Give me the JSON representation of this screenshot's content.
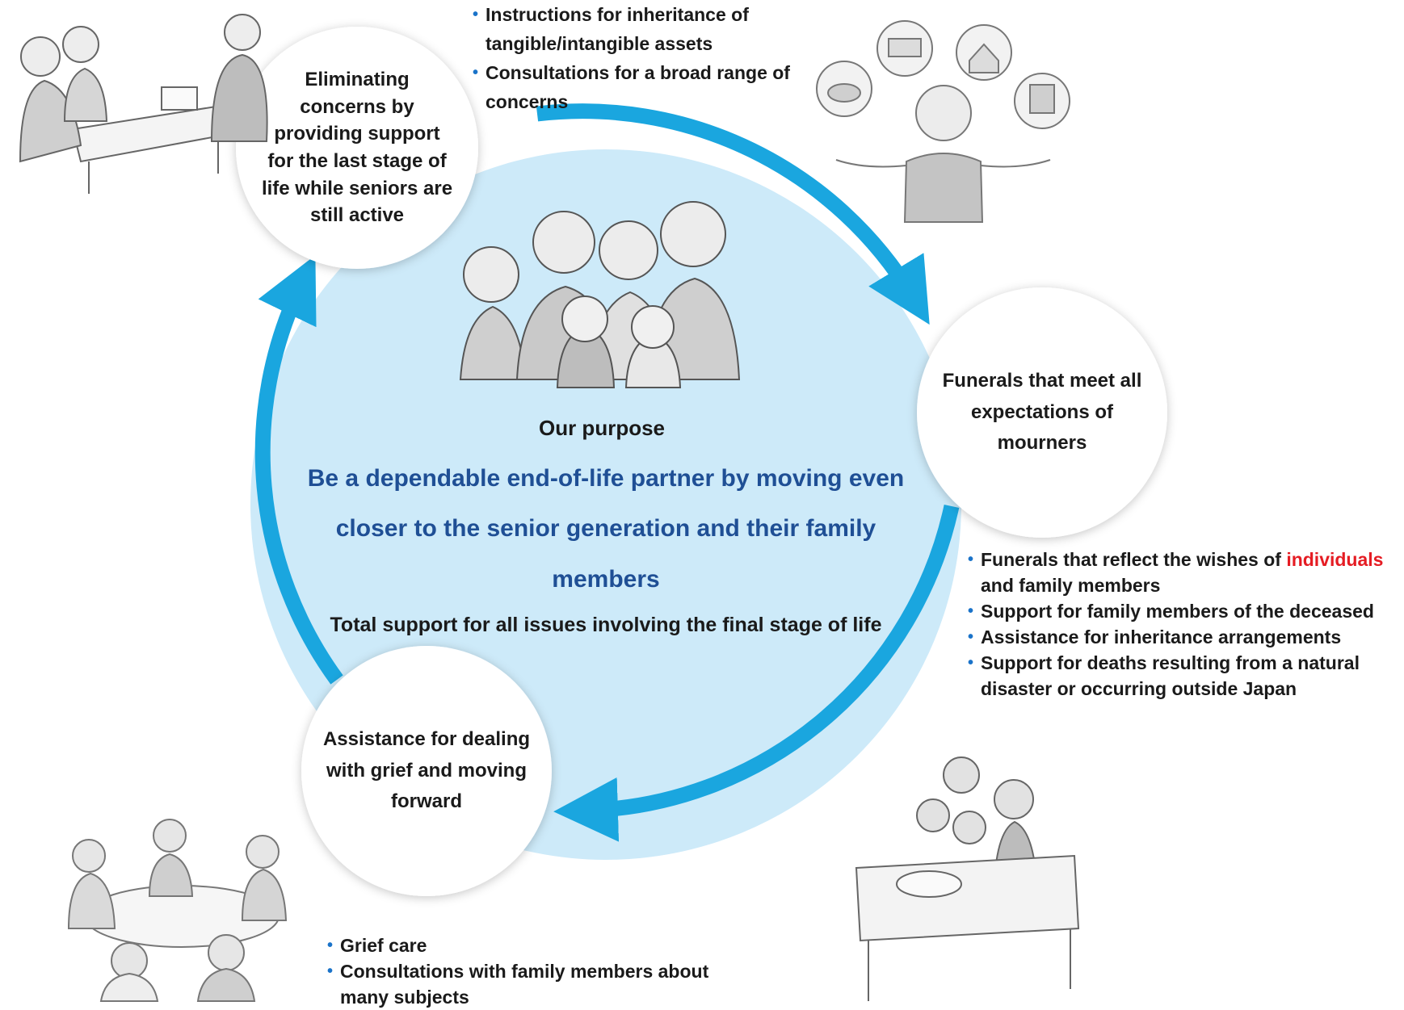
{
  "colors": {
    "center_fill": "#cdeaf9",
    "arrow": "#1aa6df",
    "purpose_text": "#1f4f95",
    "highlight": "#e51c23",
    "bullet": "#1a73c9"
  },
  "center": {
    "heading": "Our purpose",
    "purpose_line1": "Be a dependable end-of-life partner by moving even",
    "purpose_line2": "closer to the senior generation and their family",
    "purpose_line3": "members",
    "tagline": "Total support for all issues involving the final stage of life",
    "illustration": "family-group-illustration"
  },
  "nodes": {
    "top": "Eliminating concerns by providing support for the last stage of life while seniors are still active",
    "right": "Funerals that meet all expectations of mourners",
    "bottom": "Assistance for dealing with grief and moving forward"
  },
  "bullets_top": [
    "Instructions for inheritance of tangible/intangible assets",
    "Consultations for a broad range of concerns"
  ],
  "bullets_right": {
    "item1_before": "Funerals that reflect the wishes of ",
    "item1_highlight": "individuals",
    "item1_after": "and family members",
    "item2": "Support for family members of the deceased",
    "item3": "Assistance for inheritance arrangements",
    "item4": "Support for deaths resulting from a natural disaster or occurring outside Japan"
  },
  "bullets_bottom": [
    "Grief care",
    "Consultations with family members about many subjects"
  ],
  "illustrations": {
    "top_left": "consultation-meeting-illustration",
    "top_right": "staff-with-assets-illustration",
    "bottom_left": "grief-support-group-illustration",
    "bottom_right": "family-at-coffin-illustration"
  }
}
